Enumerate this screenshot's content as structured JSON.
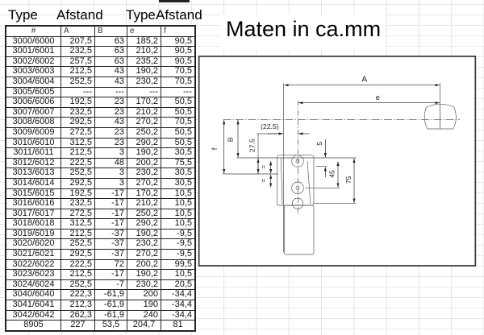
{
  "sheet": {
    "header_left": {
      "type": "Type",
      "afstand": "Afstand"
    },
    "header_right": {
      "type": "Type",
      "afstand": "Afstand"
    },
    "columns": [
      "#",
      "A",
      "B",
      "e",
      "f"
    ],
    "rows": [
      [
        "3000/6000",
        "207,5",
        "63",
        "185,2",
        "90,5"
      ],
      [
        "3001/6001",
        "232,5",
        "63",
        "210,2",
        "90,5"
      ],
      [
        "3002/6002",
        "257,5",
        "63",
        "235,2",
        "90,5"
      ],
      [
        "3003/6003",
        "212,5",
        "43",
        "190,2",
        "70,5"
      ],
      [
        "3004/6004",
        "252,5",
        "43",
        "230,2",
        "70,5"
      ],
      [
        "3005/6005",
        "---",
        "---",
        "---",
        "---"
      ],
      [
        "3006/6006",
        "192,5",
        "23",
        "170,2",
        "50,5"
      ],
      [
        "3007/6007",
        "232,5",
        "23",
        "210,2",
        "50,5"
      ],
      [
        "3008/6008",
        "292,5",
        "43",
        "270,2",
        "70,5"
      ],
      [
        "3009/6009",
        "272,5",
        "23",
        "250,2",
        "50,5"
      ],
      [
        "3010/6010",
        "312,5",
        "23",
        "290,2",
        "50,5"
      ],
      [
        "3011/6011",
        "212,5",
        "3",
        "190,2",
        "30,5"
      ],
      [
        "3012/6012",
        "222,5",
        "48",
        "200,2",
        "75,5"
      ],
      [
        "3013/6013",
        "252,5",
        "3",
        "230,2",
        "30,5"
      ],
      [
        "3014/6014",
        "292,5",
        "3",
        "270,2",
        "30,5"
      ],
      [
        "3015/6015",
        "192,5",
        "-17",
        "170,2",
        "10,5"
      ],
      [
        "3016/6016",
        "232,5",
        "-17",
        "210,2",
        "10,5"
      ],
      [
        "3017/6017",
        "272,5",
        "-17",
        "250,2",
        "10,5"
      ],
      [
        "3018/6018",
        "312,5",
        "-17",
        "290,2",
        "10,5"
      ],
      [
        "3019/6019",
        "212,5",
        "-37",
        "190,2",
        "-9,5"
      ],
      [
        "3020/6020",
        "252,5",
        "-37",
        "230,2",
        "-9,5"
      ],
      [
        "3021/6021",
        "292,5",
        "-37",
        "270,2",
        "-9,5"
      ],
      [
        "3022/6022",
        "222,5",
        "72",
        "200,2",
        "99,5"
      ],
      [
        "3023/6023",
        "212,5",
        "-17",
        "190,2",
        "10,5"
      ],
      [
        "3024/6024",
        "252,5",
        "-7",
        "230,2",
        "20,5"
      ],
      [
        "3040/6040",
        "222,3",
        "-61,9",
        "200",
        "-34,4"
      ],
      [
        "3041/6041",
        "212,3",
        "-61,9",
        "190",
        "-34,4"
      ],
      [
        "3042/6042",
        "262,3",
        "-61,9",
        "240",
        "-34,4"
      ],
      [
        "8905",
        "227",
        "53,5",
        "204,7",
        "81"
      ]
    ]
  },
  "title": "Maten in ca.mm",
  "drawing": {
    "labels": {
      "A": "A",
      "e": "e",
      "f": "f",
      "B": "B",
      "d22": "(22.5)",
      "d27": "27.5",
      "d5": "5",
      "d45": "45",
      "d75": "75",
      "eq": "="
    }
  }
}
